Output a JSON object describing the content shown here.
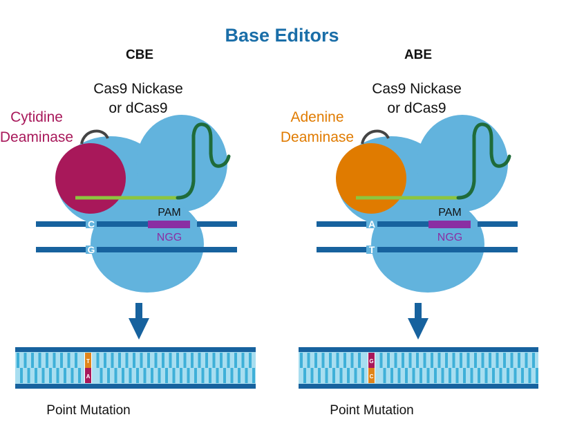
{
  "title": "Base Editors",
  "colors": {
    "title": "#1a6ea8",
    "cas9": "#62b3dd",
    "dna_strand": "#17629e",
    "guide_rna": "#8cc63f",
    "tail": "#1f6b3a",
    "pam": "#8a2fa3",
    "linker": "#444444",
    "ladder_light": "#a8def0",
    "ladder_mid": "#3fb0d8",
    "arrow": "#17629e"
  },
  "panels": [
    {
      "id": "cbe",
      "heading": "CBE",
      "enzyme_label_1": "Cas9 Nickase",
      "enzyme_label_2": "or dCas9",
      "deaminase_label_1": "Cytidine",
      "deaminase_label_2": "Deaminase",
      "deaminase_color": "#a8185a",
      "top_base": "C",
      "bottom_base": "G",
      "pam_label": "PAM",
      "ngg_label": "NGG",
      "mutation_top": "T",
      "mutation_bottom": "A",
      "mutation_color_top": "#e0851b",
      "mutation_color_bottom": "#a8185a",
      "result_label": "Point Mutation"
    },
    {
      "id": "abe",
      "heading": "ABE",
      "enzyme_label_1": "Cas9 Nickase",
      "enzyme_label_2": "or dCas9",
      "deaminase_label_1": "Adenine",
      "deaminase_label_2": "Deaminase",
      "deaminase_color": "#e07b00",
      "top_base": "A",
      "bottom_base": "T",
      "pam_label": "PAM",
      "ngg_label": "NGG",
      "mutation_top": "G",
      "mutation_bottom": "C",
      "mutation_color_top": "#a8185a",
      "mutation_color_bottom": "#e0851b",
      "result_label": "Point Mutation"
    }
  ]
}
